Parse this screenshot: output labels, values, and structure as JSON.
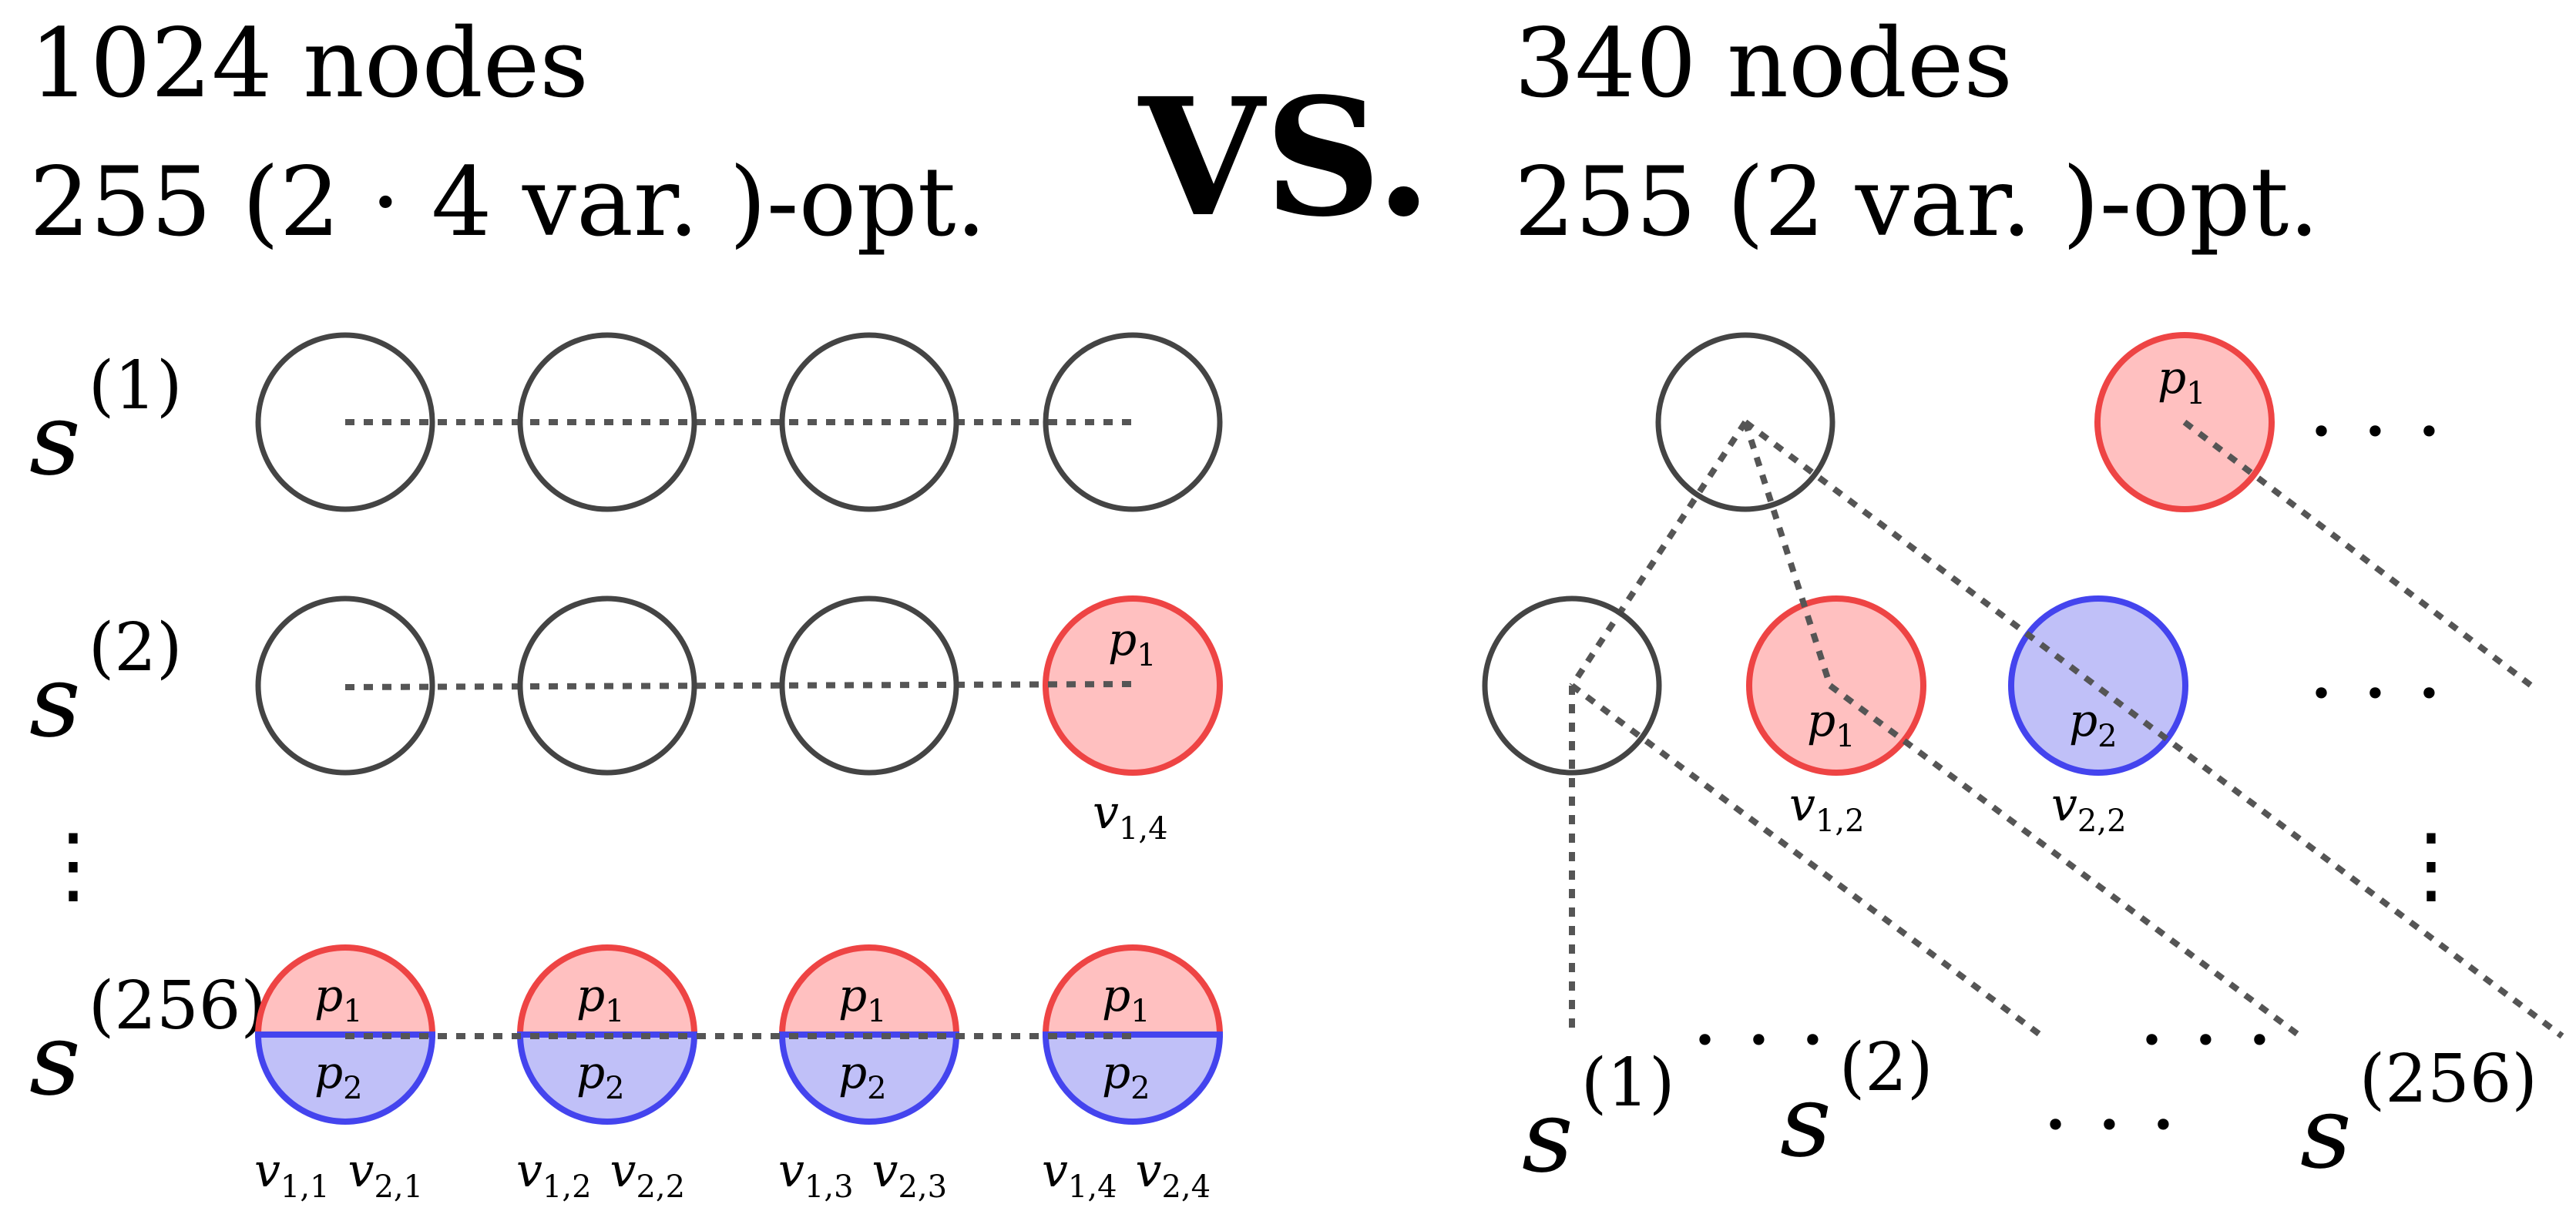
{
  "colors": {
    "outline": "#444444",
    "p1_stroke": "#ee4444",
    "p1_fill": "#ffc0c0",
    "p2_stroke": "#4444ee",
    "p2_fill": "#c0c0f8",
    "dotted": "#555555"
  },
  "left": {
    "title_line1": "1024 nodes",
    "title_line2": "255 (2 · 4 var. )-opt.",
    "rows": [
      {
        "s": "s",
        "sup": "(1)"
      },
      {
        "s": "s",
        "sup": "(2)"
      },
      {
        "s": "s",
        "sup": "(256)"
      }
    ],
    "ellipsis": "⋮",
    "p1": "p",
    "p1_sub": "1",
    "p2": "p",
    "p2_sub": "2",
    "row2_label": {
      "v": "v",
      "sub": "1,4"
    },
    "bottom_labels": [
      {
        "a": "v",
        "a_sub": "1,1",
        "b": "v",
        "b_sub": "2,1"
      },
      {
        "a": "v",
        "a_sub": "1,2",
        "b": "v",
        "b_sub": "2,2"
      },
      {
        "a": "v",
        "a_sub": "1,3",
        "b": "v",
        "b_sub": "2,3"
      },
      {
        "a": "v",
        "a_sub": "1,4",
        "b": "v",
        "b_sub": "2,4"
      }
    ]
  },
  "vs": "VS.",
  "right": {
    "title_line1": "340 nodes",
    "title_line2": "255 (2 var. )-opt.",
    "p1": "p",
    "p1_sub": "1",
    "p2": "p",
    "p2_sub": "2",
    "node_labels": [
      {
        "v": "v",
        "sub": "1,2"
      },
      {
        "v": "v",
        "sub": "2,2"
      }
    ],
    "ellipsis_h": ". . .",
    "ellipsis_v": "⋮",
    "leaves": [
      {
        "s": "s",
        "sup": "(1)"
      },
      {
        "s": "s",
        "sup": "(2)"
      },
      {
        "s": "s",
        "sup": "(256)"
      }
    ]
  }
}
